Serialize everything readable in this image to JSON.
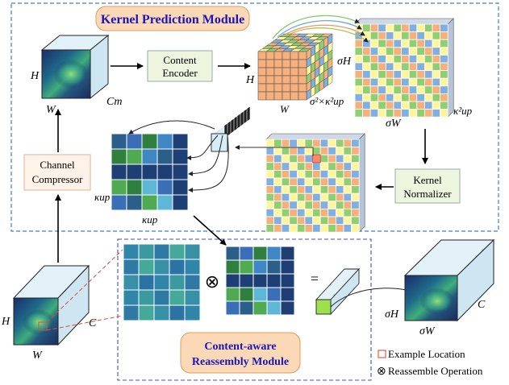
{
  "modules": {
    "kernel_prediction": "Kernel Prediction Module",
    "reassembly_line1": "Content-aware",
    "reassembly_line2": "Reassembly Module"
  },
  "boxes": {
    "content_encoder_line1": "Content",
    "content_encoder_line2": "Encoder",
    "channel_compressor_line1": "Channel",
    "channel_compressor_line2": "Compressor",
    "kernel_normalizer_line1": "Kernel",
    "kernel_normalizer_line2": "Normalizer"
  },
  "labels": {
    "top_input_h": "H",
    "top_input_w": "W",
    "top_input_cm": "Cm",
    "grid3d_h": "H",
    "grid3d_w": "W",
    "grid3d_depth": "σ²×κ²up",
    "pred_grid_h": "σH",
    "pred_grid_w": "σW",
    "pred_grid_k": "κ²up",
    "kernel_h": "κup",
    "kernel_w": "κup",
    "input_h": "H",
    "input_w": "W",
    "input_c": "C",
    "output_h": "σH",
    "output_w": "σW",
    "output_c": "C",
    "times_symbol": "⊗",
    "equals_symbol": "="
  },
  "legend": {
    "example_location": "Example Location",
    "reassemble_operation": "Reassemble Operation"
  },
  "colors": {
    "orange": "#f6b07c",
    "yellow": "#fff59d",
    "green": "#8fcf72",
    "blue": "#7fb0e0",
    "dashed_border": "#3f7fcf",
    "module_title_bg": "#fcd9b6",
    "module_title_text": "#1a16b8"
  }
}
